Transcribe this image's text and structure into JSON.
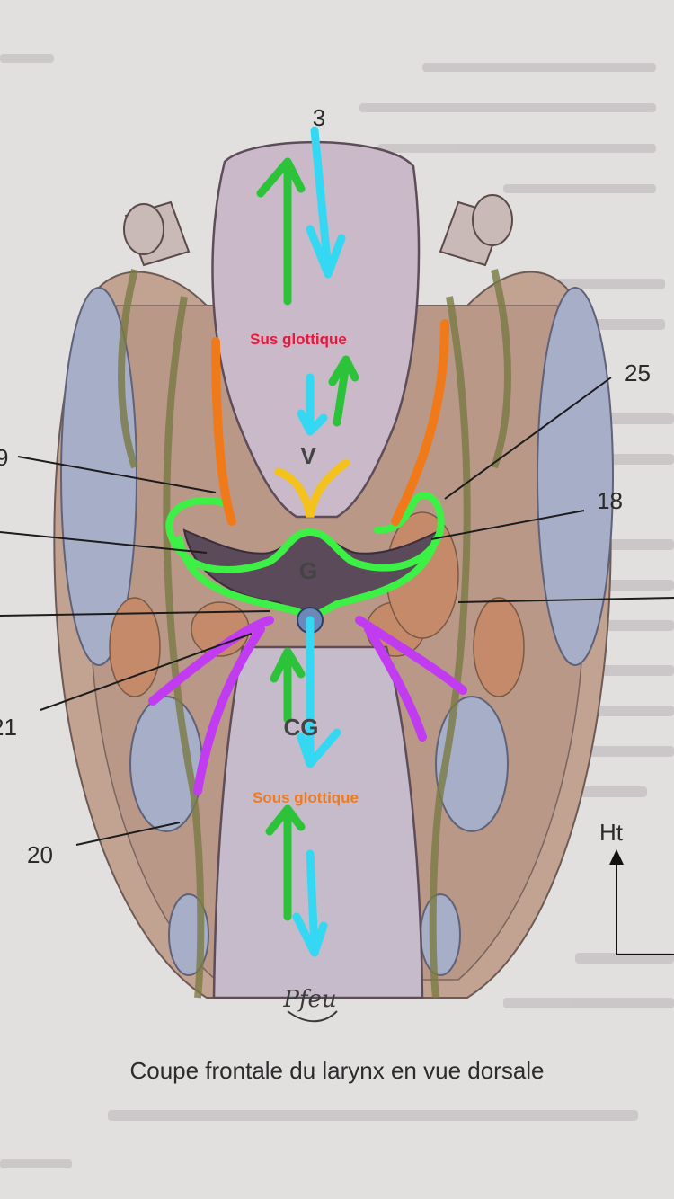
{
  "caption": "Coupe frontale du larynx en vue dorsale",
  "regions": {
    "sus": "Sus glottique",
    "sous": "Sous glottique"
  },
  "letters": {
    "v": "V",
    "g": "G",
    "cg": "CG"
  },
  "numbers": {
    "n3": "3",
    "n9": "9",
    "n25": "25",
    "n18": "18",
    "n21": "21",
    "n20": "20"
  },
  "axis_label": "Ht",
  "signature": "Pfeu",
  "colors": {
    "background": "#e2dfdf",
    "airflow_up": "#2cc23a",
    "airflow_down": "#34d8f2",
    "glottis_outline": "#3df045",
    "ventricle": "#f07a1a",
    "vocal_fold_marks": "#c13cf0",
    "epiglottis_mark": "#f4c21c",
    "sus_label": "#e8183c",
    "sous_label": "#f07a1a"
  }
}
